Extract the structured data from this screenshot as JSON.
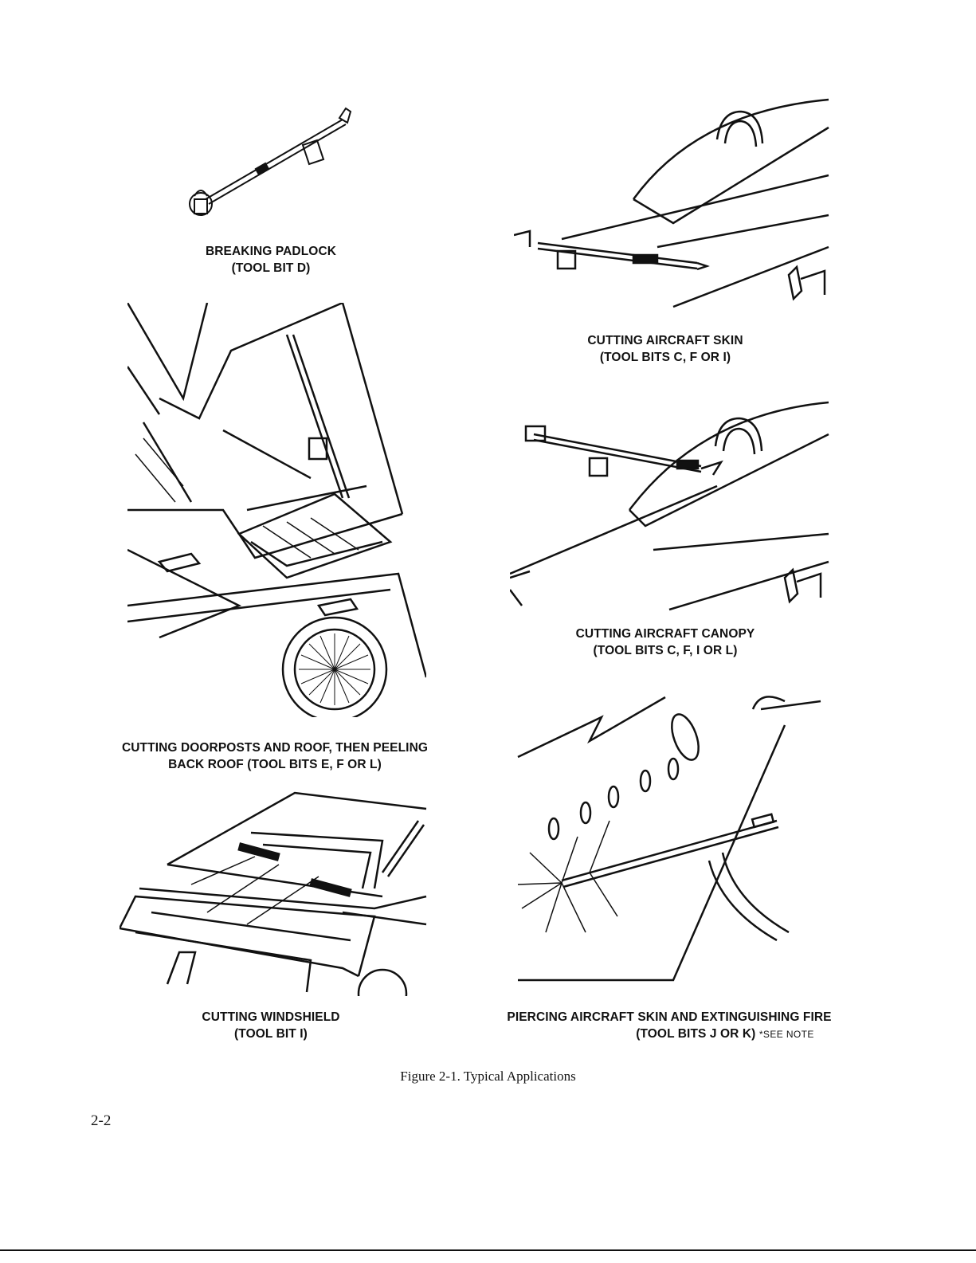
{
  "captions": {
    "padlock": {
      "line1": "BREAKING PADLOCK",
      "line2": "(TOOL BIT D)"
    },
    "skin": {
      "line1": "CUTTING AIRCRAFT SKIN",
      "line2": "(TOOL BITS C, F OR I)"
    },
    "canopy": {
      "line1": "CUTTING AIRCRAFT CANOPY",
      "line2": "(TOOL BITS C, F, I OR L)"
    },
    "doorposts": {
      "line1": "CUTTING DOORPOSTS AND ROOF, THEN PEELING",
      "line2": "BACK ROOF (TOOL BITS E, F OR L)"
    },
    "windshield": {
      "line1": "CUTTING WINDSHIELD",
      "line2": "(TOOL BIT I)"
    },
    "piercing": {
      "line1": "PIERCING AIRCRAFT SKIN AND EXTINGUISHING FIRE",
      "line2": "(TOOL BITS J OR K)",
      "note": "*SEE NOTE"
    }
  },
  "figure_caption": "Figure 2-1. Typical Applications",
  "page_number": "2-2"
}
